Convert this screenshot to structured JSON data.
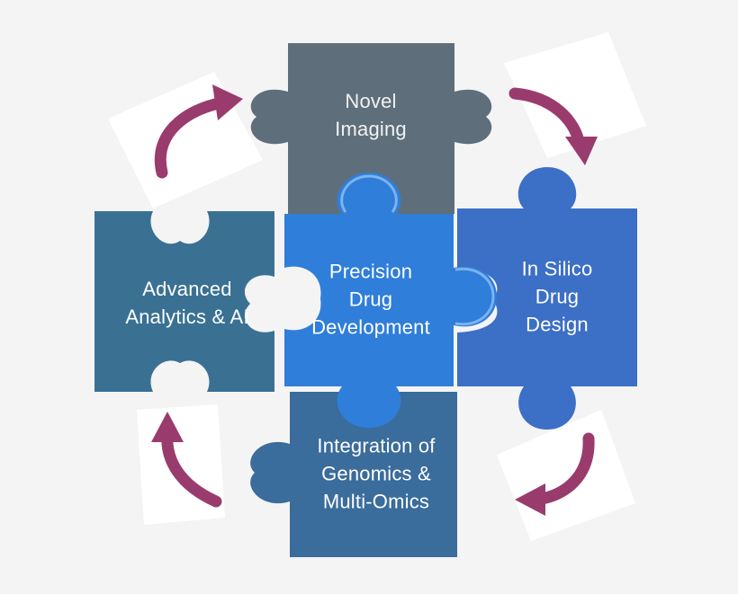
{
  "diagram": {
    "pieces": {
      "top": {
        "lines": [
          "Novel",
          "Imaging"
        ],
        "color": "#5e6f7b"
      },
      "left": {
        "lines": [
          "Advanced",
          "Analytics & AI"
        ],
        "color": "#3a7193"
      },
      "center": {
        "lines": [
          "Precision",
          "Drug",
          "Development"
        ],
        "color": "#2f7ed9"
      },
      "right": {
        "lines": [
          "In Silico",
          "Drug",
          "Design"
        ],
        "color": "#3c6fc6"
      },
      "bottom": {
        "lines": [
          "Integration of",
          "Genomics &",
          "Multi-Omics"
        ],
        "color": "#3a6c9c"
      }
    },
    "arrow_color": "#9a3b6e"
  }
}
